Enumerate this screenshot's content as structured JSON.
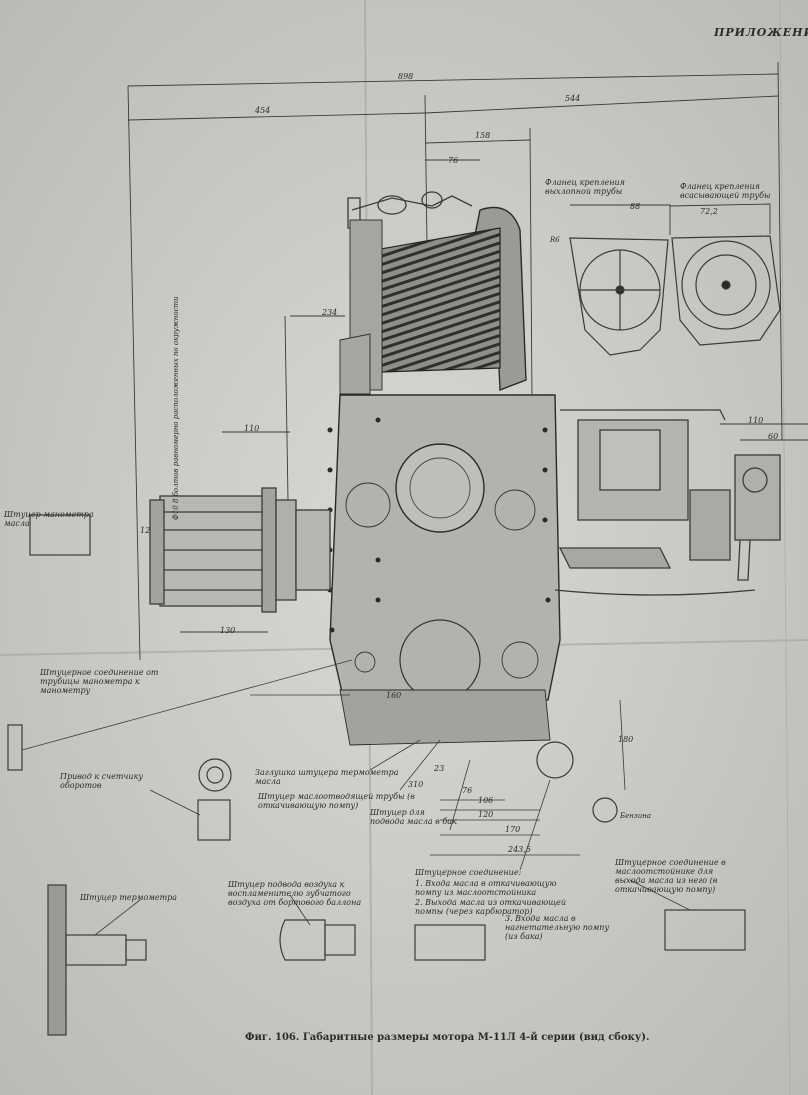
{
  "header": "ПРИЛОЖЕНИ",
  "caption": "Фиг. 106. Габаритные размеры мотора М-11Л 4-й серии (вид сбоку).",
  "dimensions": {
    "d898": "898",
    "d454": "454",
    "d544": "544",
    "d158": "158",
    "d76a": "76",
    "d234": "234",
    "d110a": "110",
    "d110b": "110",
    "d60": "60",
    "d130": "130",
    "d310": "310",
    "d160": "160",
    "d106": "106",
    "d120": "120",
    "d170": "170",
    "d76b": "76",
    "d2435": "243,5",
    "d180": "180",
    "d12": "12",
    "d23": "23",
    "d88": "88",
    "d722": "72,2",
    "r6": "R6"
  },
  "labels": {
    "flange_exhaust": "Фланец крепления выхлопной трубы",
    "flange_intake": "Фланец крепления всасывающей трубы",
    "manometer_oil": "Штуцер манометра масла",
    "bolts_note": "Ф10 8 болтов равномерно расположенных по окружности",
    "fitting_manometer": "Штуцерное соединение от трубицы манометра к манометру",
    "tach_drive": "Привод к счетчику оборотов",
    "thermometer_plug": "Заглушка штуцера термометра масла",
    "oil_drain_fitting": "Штуцер маслоотводящей трубы (в откачивающую помпу)",
    "oil_inlet_fitting": "Штуцер для подвода масла в бак",
    "fitting_thermometer": "Штуцер термометра",
    "air_supply": "Штуцер подвода воздуха к воспламенителю зубчатого воздуха от бортового баллона",
    "fitting_list_title": "Штуцерное соединение:",
    "fitting_list_1": "1. Входа масла в откачивающую помпу из маслоотстойника",
    "fitting_list_2": "2. Выхода масла из откачивающей помпы (через карбюратор)",
    "fitting_list_3": "3. Входа масла в нагнетательную помпу (из бака)",
    "fitting_right": "Штуцерное соединение в маслоотстойнике для выхода масла из него (в откачивающую помпу)",
    "benzin": "Бензина"
  }
}
